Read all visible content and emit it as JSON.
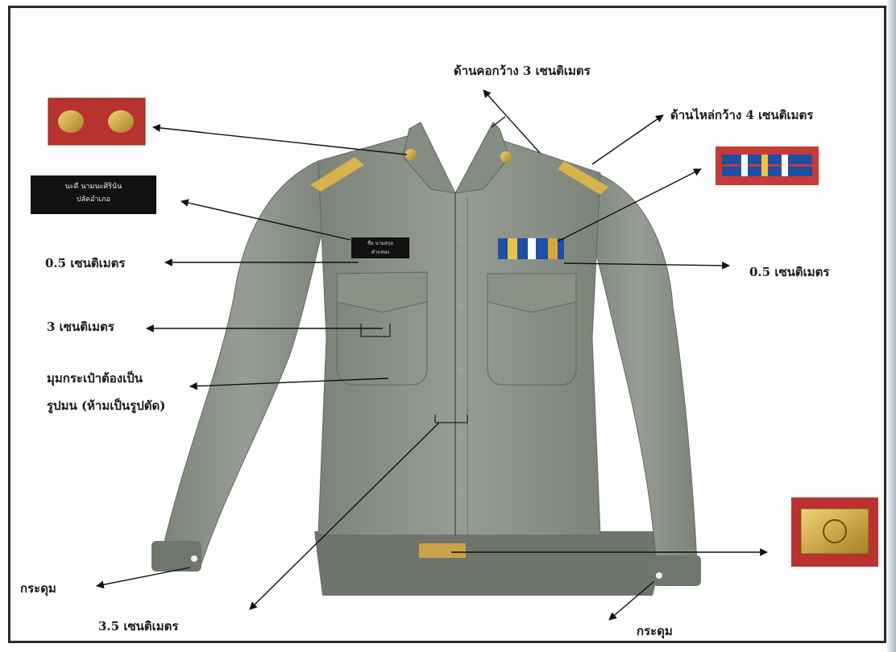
{
  "labels": {
    "collar_width": "ด้านคอกว้าง 3  เซนติเมตร",
    "shoulder_width": "ด้านไหล่กว้าง 4 เซนติเมตร",
    "left_half_cm": "0.5 เซนติเมตร",
    "right_half_cm": "0.5 เซนติเมตร",
    "three_cm": "3 เซนติเมตร",
    "pocket_corner_line1": "มุมกระเป๋าต้องเป็น",
    "pocket_corner_line2": "รูปมน (ห้ามเป็นรูปตัด)",
    "three_half_cm": "3.5 เซนติเมตร",
    "button_left": "กระดุม",
    "button_right": "กระดุม"
  },
  "name_card": {
    "line1": "นะดี  นามนะศิรินัน",
    "line2": "ปลัดอำเภอ"
  },
  "shirt_tag": {
    "line1": "ชื่อ  นามสกุล",
    "line2": "ตำแหน่ง"
  },
  "colors": {
    "shirt": "#8e948b",
    "shirt_shadow": "#737a70",
    "collar_insignia": "#d8b24a",
    "thumb_background": "#b8322f",
    "belt_buckle": "#c9a24a"
  }
}
